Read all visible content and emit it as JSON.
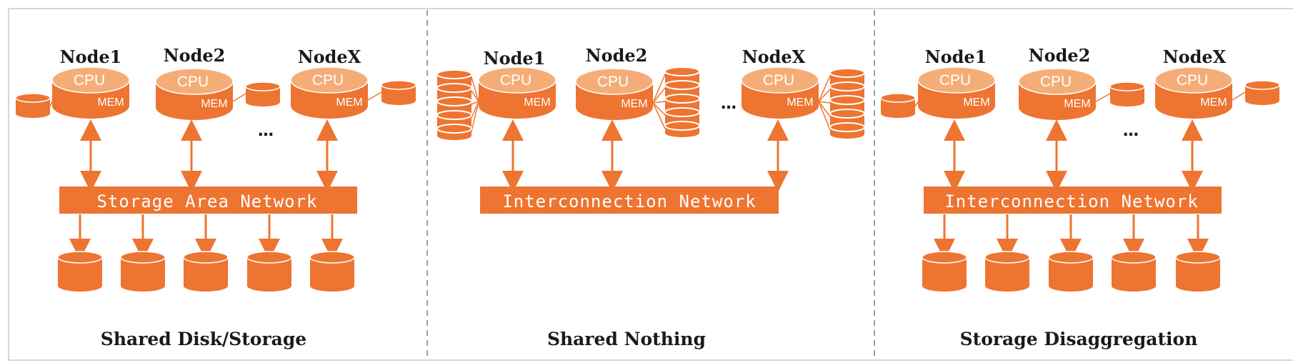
{
  "colors": {
    "accent": "#EE7431",
    "accent_dark": "#D8611F",
    "cpu_top": "#F5AD78",
    "border": "#C8C8C8",
    "divider": "#A0A0A0"
  },
  "panels": [
    {
      "key": "shared_disk",
      "caption": "Shared Disk/Storage",
      "network_label": "Storage Area Network",
      "nodes": [
        "Node1",
        "Node2",
        "NodeX"
      ],
      "cpu_label": "CPU",
      "mem_label": "MEM",
      "ellipsis": "…",
      "shared_disks": 5
    },
    {
      "key": "shared_nothing",
      "caption": "Shared Nothing",
      "network_label": "Interconnection Network",
      "nodes": [
        "Node1",
        "Node2",
        "NodeX"
      ],
      "cpu_label": "CPU",
      "mem_label": "MEM",
      "ellipsis": "…",
      "shared_disks": 0
    },
    {
      "key": "storage_disaggregation",
      "caption": "Storage Disaggregation",
      "network_label": "Interconnection Network",
      "nodes": [
        "Node1",
        "Node2",
        "NodeX"
      ],
      "cpu_label": "CPU",
      "mem_label": "MEM",
      "ellipsis": "…",
      "shared_disks": 5
    }
  ]
}
